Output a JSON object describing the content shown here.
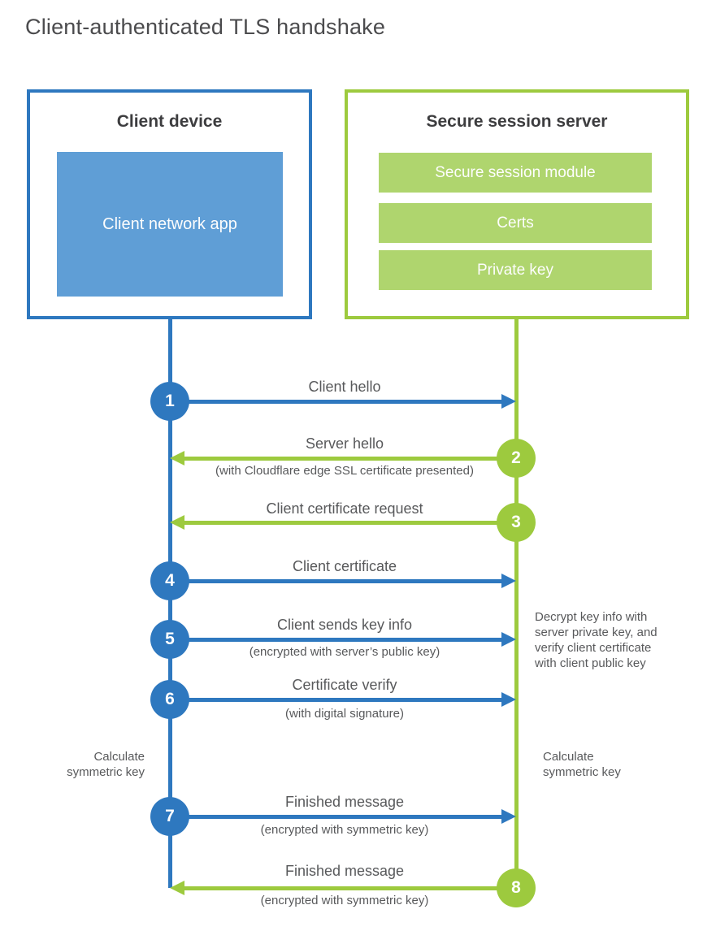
{
  "title": "Client-authenticated TLS handshake",
  "colors": {
    "blue": "#2e78bf",
    "blue_fill": "#5f9ed6",
    "green": "#9dca3e",
    "green_fill": "#afd56e",
    "text_dark": "#3d3d3f",
    "text_gray": "#58595b",
    "title_gray": "#4b4b4d"
  },
  "client_box": {
    "title": "Client device",
    "module": "Client network app"
  },
  "server_box": {
    "title": "Secure session server",
    "modules": [
      "Secure session module",
      "Certs",
      "Private key"
    ]
  },
  "steps": [
    {
      "num": "1",
      "label": "Client hello",
      "sub": "",
      "direction": "right",
      "actor": "client"
    },
    {
      "num": "2",
      "label": "Server hello",
      "sub": "(with Cloudflare edge SSL certificate presented)",
      "direction": "left",
      "actor": "server"
    },
    {
      "num": "3",
      "label": "Client certificate request",
      "sub": "",
      "direction": "left",
      "actor": "server"
    },
    {
      "num": "4",
      "label": "Client certificate",
      "sub": "",
      "direction": "right",
      "actor": "client"
    },
    {
      "num": "5",
      "label": "Client sends key info",
      "sub": "(encrypted with server’s public key)",
      "direction": "right",
      "actor": "client"
    },
    {
      "num": "6",
      "label": "Certificate verify",
      "sub": "(with digital signature)",
      "direction": "right",
      "actor": "client"
    },
    {
      "num": "7",
      "label": "Finished message",
      "sub": "(encrypted with symmetric key)",
      "direction": "right",
      "actor": "client"
    },
    {
      "num": "8",
      "label": "Finished message",
      "sub": "(encrypted with symmetric key)",
      "direction": "left",
      "actor": "server"
    }
  ],
  "notes": {
    "server_decrypt": "Decrypt key info with server private key, and verify client certificate with client public key",
    "client_calc": "Calculate symmetric key",
    "server_calc": "Calculate symmetric key"
  }
}
